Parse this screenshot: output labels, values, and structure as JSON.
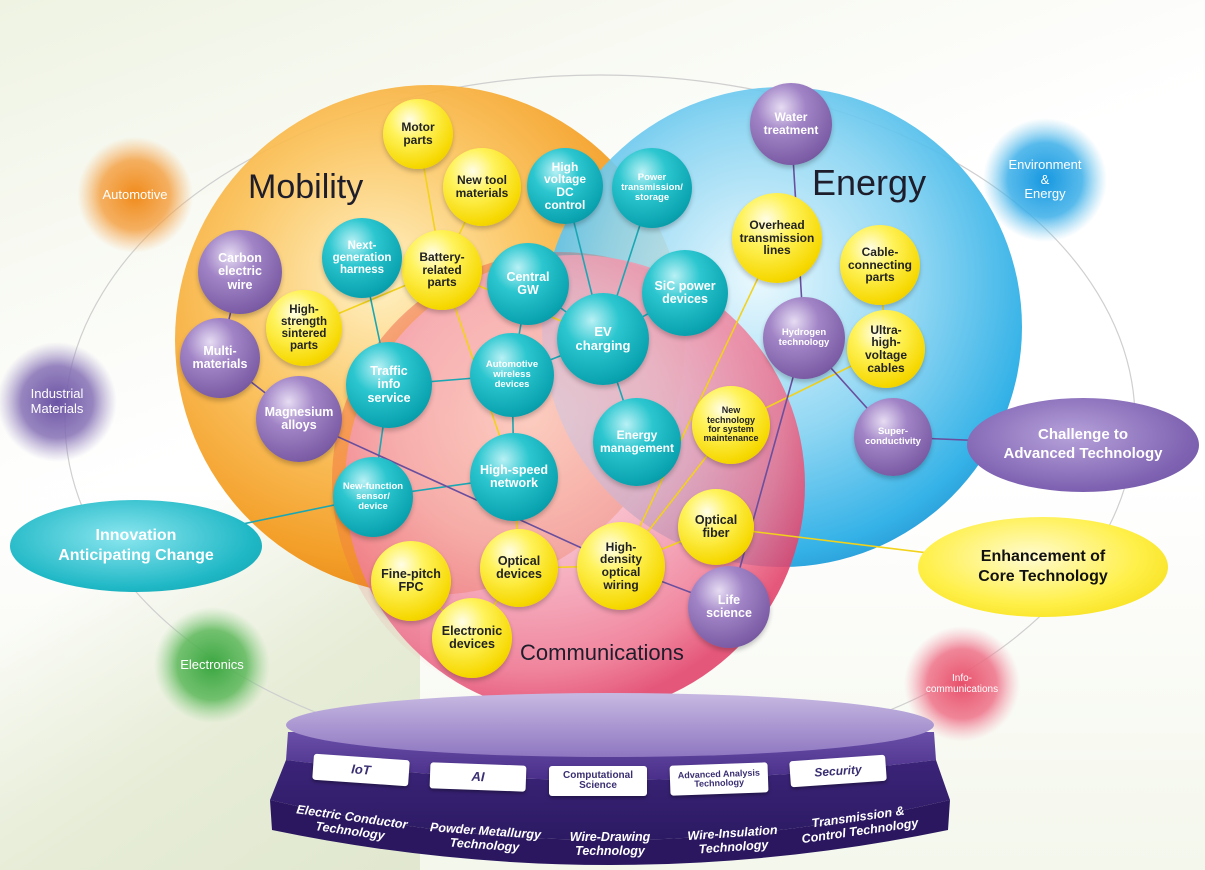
{
  "sphere_titles": {
    "mobility": "Mobility",
    "energy": "Energy",
    "communications": "Communications"
  },
  "markets": {
    "automotive": "Automotive",
    "environment_energy": "Environment\n&\nEnergy",
    "industrial_materials": "Industrial\nMaterials",
    "electronics": "Electronics",
    "infocommunications": "Info-\ncommunications"
  },
  "themes": {
    "innovation": "Innovation\nAnticipating Change",
    "challenge": "Challenge to\nAdvanced Technology",
    "enhancement": "Enhancement of\nCore Technology"
  },
  "nodes": {
    "motor_parts": "Motor\nparts",
    "new_tool_materials": "New tool\nmaterials",
    "high_voltage_dc": "High\nvoltage\nDC\ncontrol",
    "power_transmission": "Power\ntransmission/\nstorage",
    "water_treatment": "Water\ntreatment",
    "carbon_wire": "Carbon\nelectric\nwire",
    "next_gen_harness": "Next-\ngeneration\nharness",
    "battery_parts": "Battery-\nrelated\nparts",
    "central_gw": "Central\nGW",
    "sic_power": "SiC power\ndevices",
    "overhead_lines": "Overhead\ntransmission\nlines",
    "cable_parts": "Cable-\nconnecting\nparts",
    "sintered_parts": "High-\nstrength\nsintered\nparts",
    "multi_materials": "Multi-\nmaterials",
    "ev_charging": "EV\ncharging",
    "hydrogen": "Hydrogen\ntechnology",
    "uhv_cables": "Ultra-\nhigh-\nvoltage\ncables",
    "traffic_info": "Traffic\ninfo\nservice",
    "auto_wireless": "Automotive\nwireless\ndevices",
    "magnesium": "Magnesium\nalloys",
    "new_tech_maintenance": "New\ntechnology\nfor system\nmaintenance",
    "superconductivity": "Super-\nconductivity",
    "energy_mgmt": "Energy\nmanagement",
    "high_speed_network": "High-speed\nnetwork",
    "new_function_sensor": "New-function\nsensor/\ndevice",
    "optical_fiber": "Optical\nfiber",
    "fine_pitch_fpc": "Fine-pitch\nFPC",
    "optical_devices": "Optical\ndevices",
    "hd_optical_wiring": "High-\ndensity\noptical\nwiring",
    "life_science": "Life\nscience",
    "electronic_devices": "Electronic\ndevices"
  },
  "base": {
    "tags": {
      "iot": "IoT",
      "ai": "AI",
      "computational": "Computational\nScience",
      "advanced_analysis": "Advanced Analysis\nTechnology",
      "security": "Security"
    },
    "core": {
      "electric_conductor": "Electric Conductor\nTechnology",
      "powder_metallurgy": "Powder Metallurgy\nTechnology",
      "wire_drawing": "Wire-Drawing\nTechnology",
      "wire_insulation": "Wire-Insulation\nTechnology",
      "transmission_control": "Transmission &\nControl Technology"
    }
  },
  "colors": {
    "yellow_node": "#f6d800",
    "teal_node": "#0aa3b0",
    "purple_node": "#7d5ea7",
    "orange_sphere": "#f39a1e",
    "blue_sphere": "#2aaee6",
    "pink_sphere": "#ee6f8d",
    "base": "#5a3f99"
  }
}
